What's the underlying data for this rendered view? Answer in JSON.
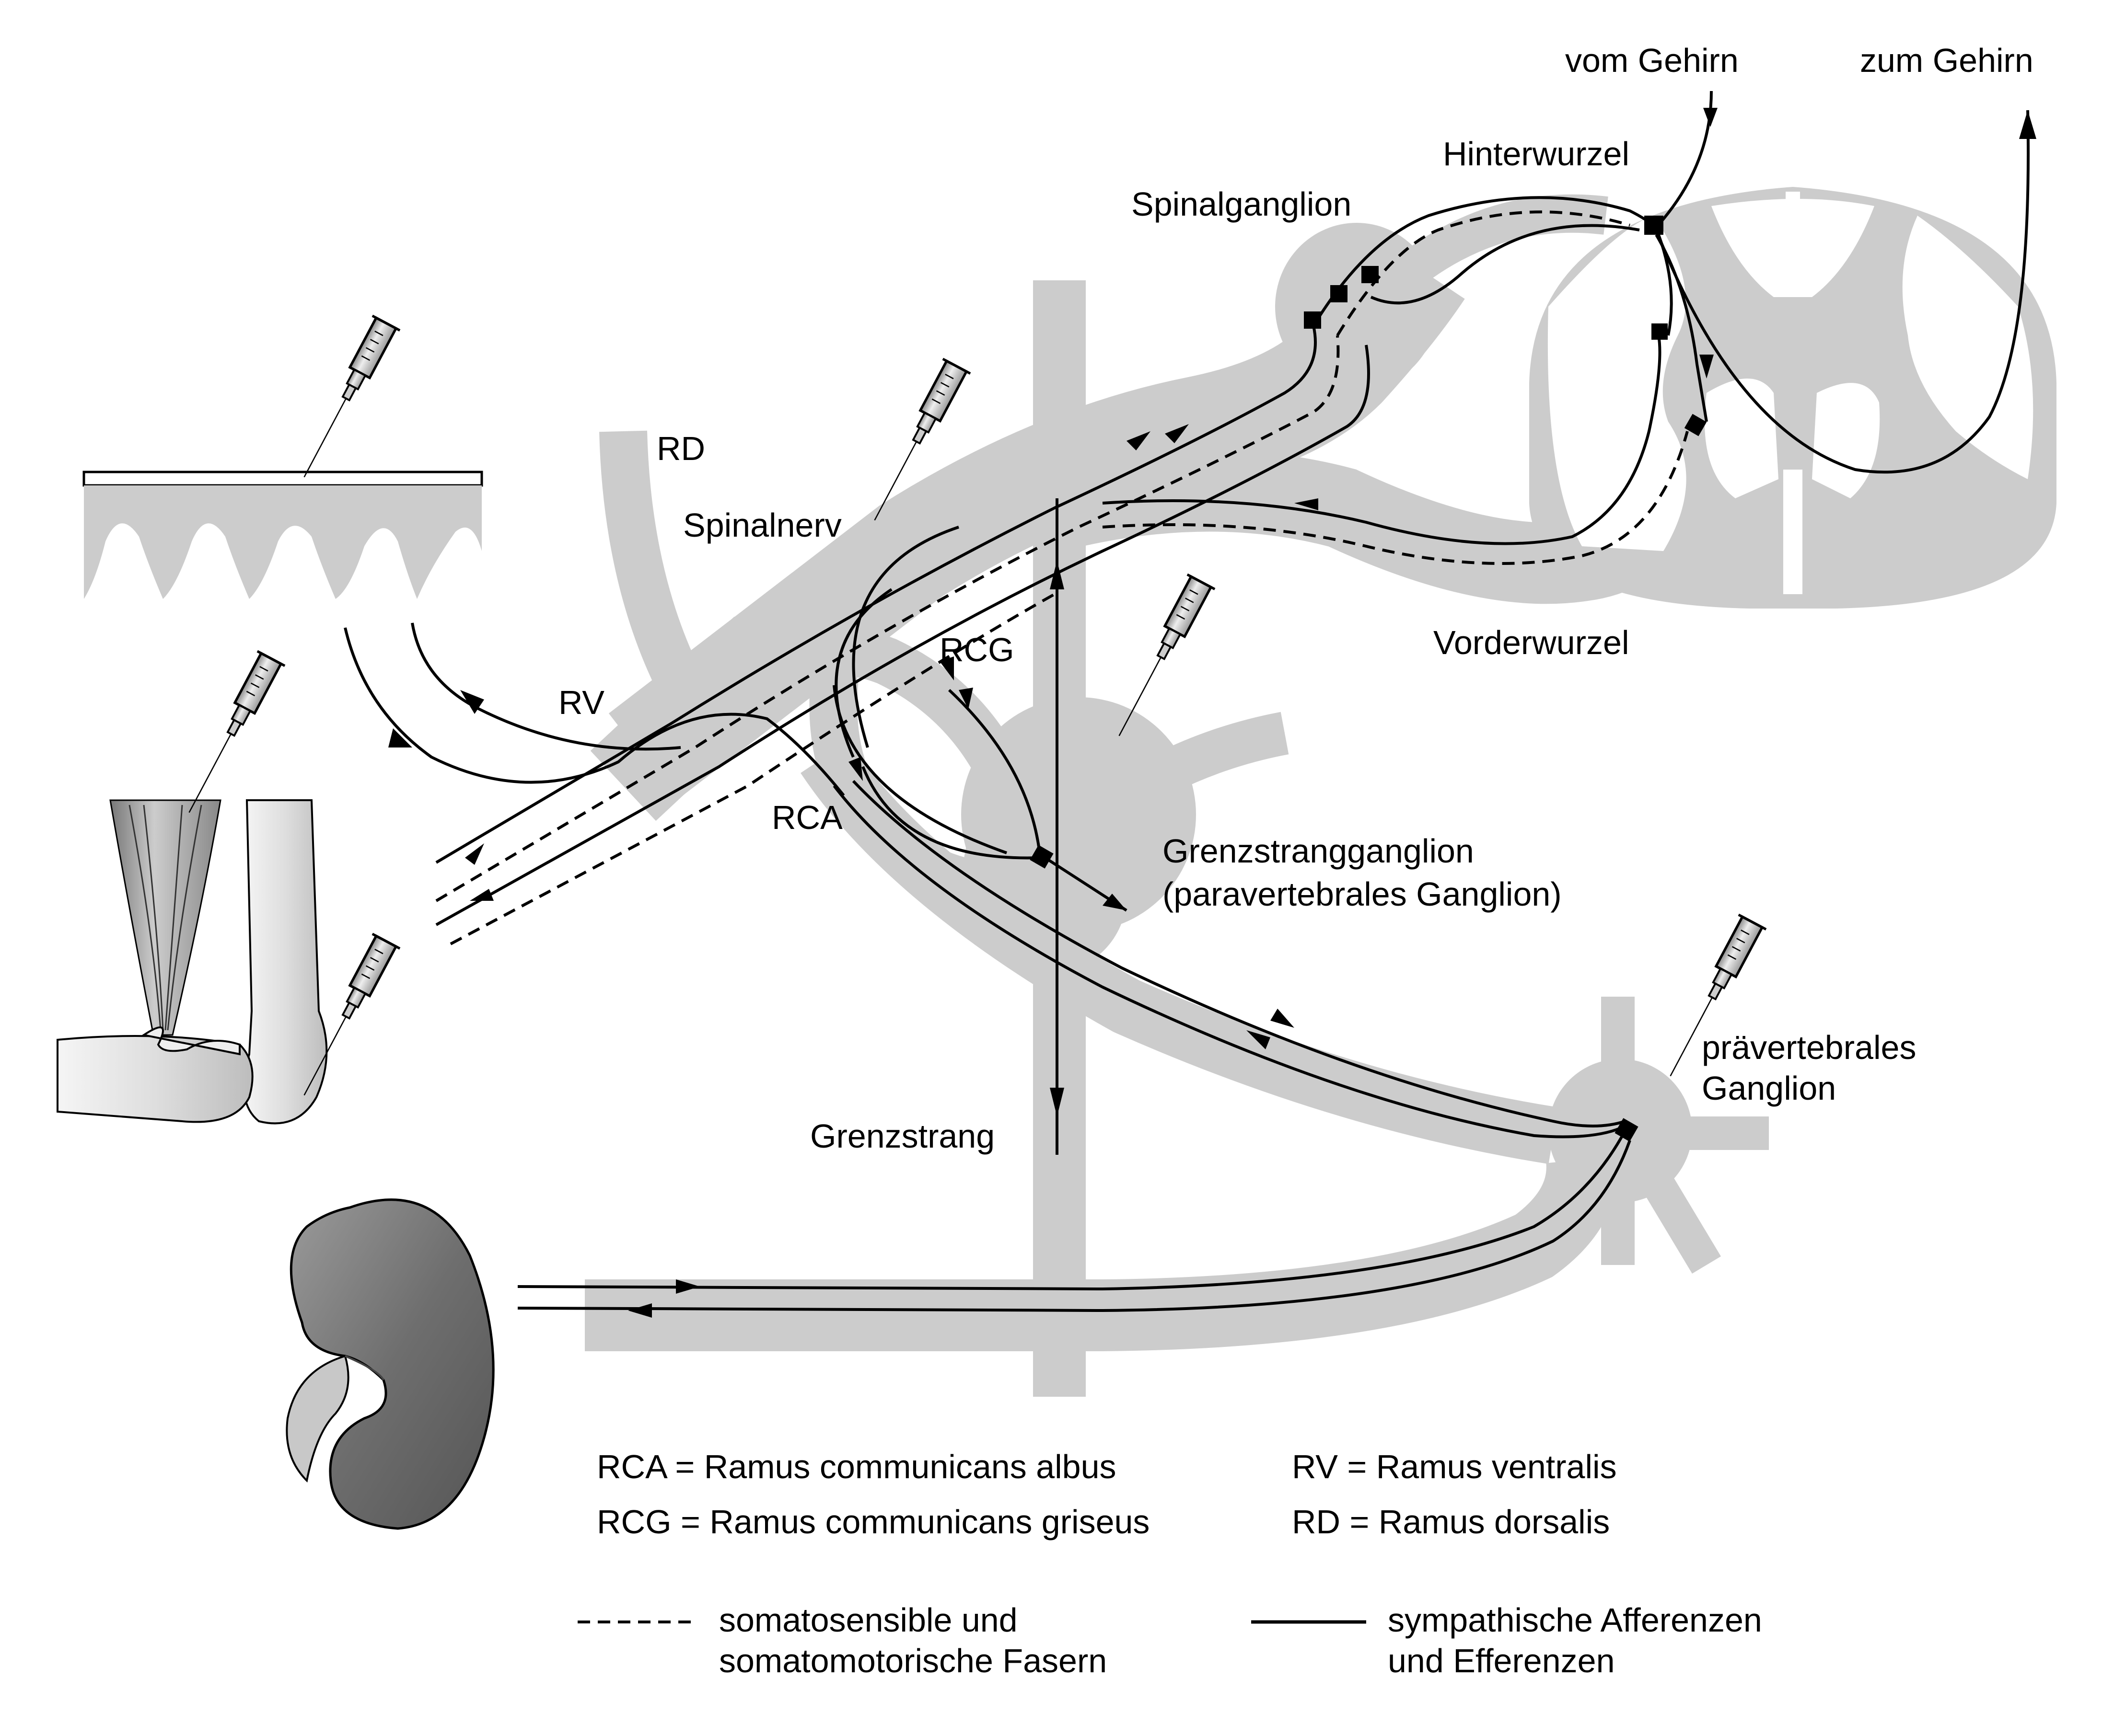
{
  "diagram": {
    "title_labels": {
      "vom_gehirn": "vom Gehirn",
      "zum_gehirn": "zum Gehirn",
      "hinterwurzel": "Hinterwurzel",
      "spinalganglion": "Spinalganglion",
      "vorderwurzel": "Vorderwurzel",
      "rd": "RD",
      "spinalnerv": "Spinalnerv",
      "rv": "RV",
      "rcg": "RCG",
      "rca": "RCA",
      "grenzstrangganglion_1": "Grenzstrangganglion",
      "grenzstrangganglion_2": "(paravertebrales Ganglion)",
      "praevertebrales_1": "prävertebrales",
      "praevertebrales_2": "Ganglion",
      "grenzstrang": "Grenzstrang"
    },
    "abbreviations": [
      {
        "text": "RCA = Ramus communicans albus"
      },
      {
        "text": "RCG = Ramus communicans griseus"
      },
      {
        "text": "RV = Ramus ventralis"
      },
      {
        "text": "RD = Ramus dorsalis"
      }
    ],
    "legend": [
      {
        "style": "dashed",
        "line1": "somatosensible und",
        "line2": "somatomotorische Fasern"
      },
      {
        "style": "solid",
        "line1": "sympathische Afferenzen",
        "line2": "und Efferenzen"
      }
    ],
    "colors": {
      "structure_gray": "#cccccc",
      "fiber": "#000000",
      "kidney": "#6e6e6e"
    }
  }
}
